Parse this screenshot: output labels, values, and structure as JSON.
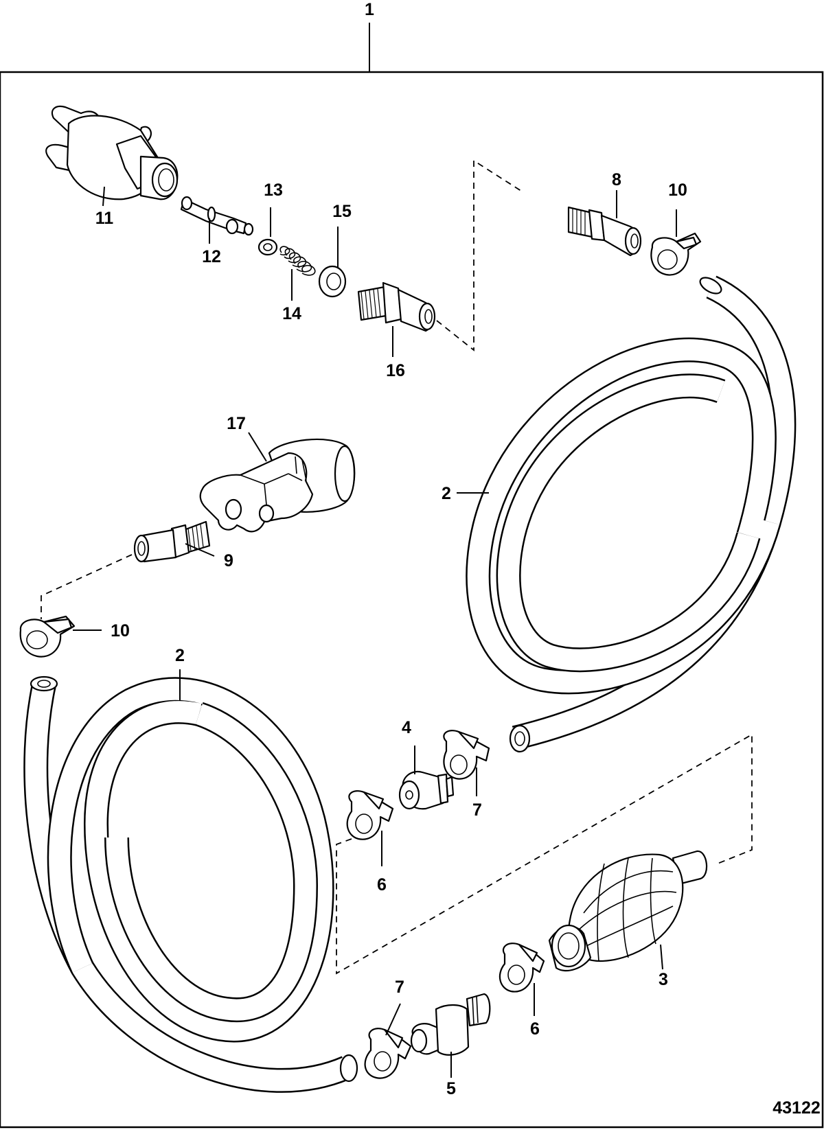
{
  "diagram": {
    "title_callout": "1",
    "reference_number": "43122",
    "callouts": {
      "c2a": "2",
      "c2b": "2",
      "c3": "3",
      "c4": "4",
      "c5": "5",
      "c6a": "6",
      "c6b": "6",
      "c7a": "7",
      "c7b": "7",
      "c8": "8",
      "c9": "9",
      "c10a": "10",
      "c10b": "10",
      "c11": "11",
      "c12": "12",
      "c13": "13",
      "c14": "14",
      "c15": "15",
      "c16": "16",
      "c17": "17"
    }
  }
}
